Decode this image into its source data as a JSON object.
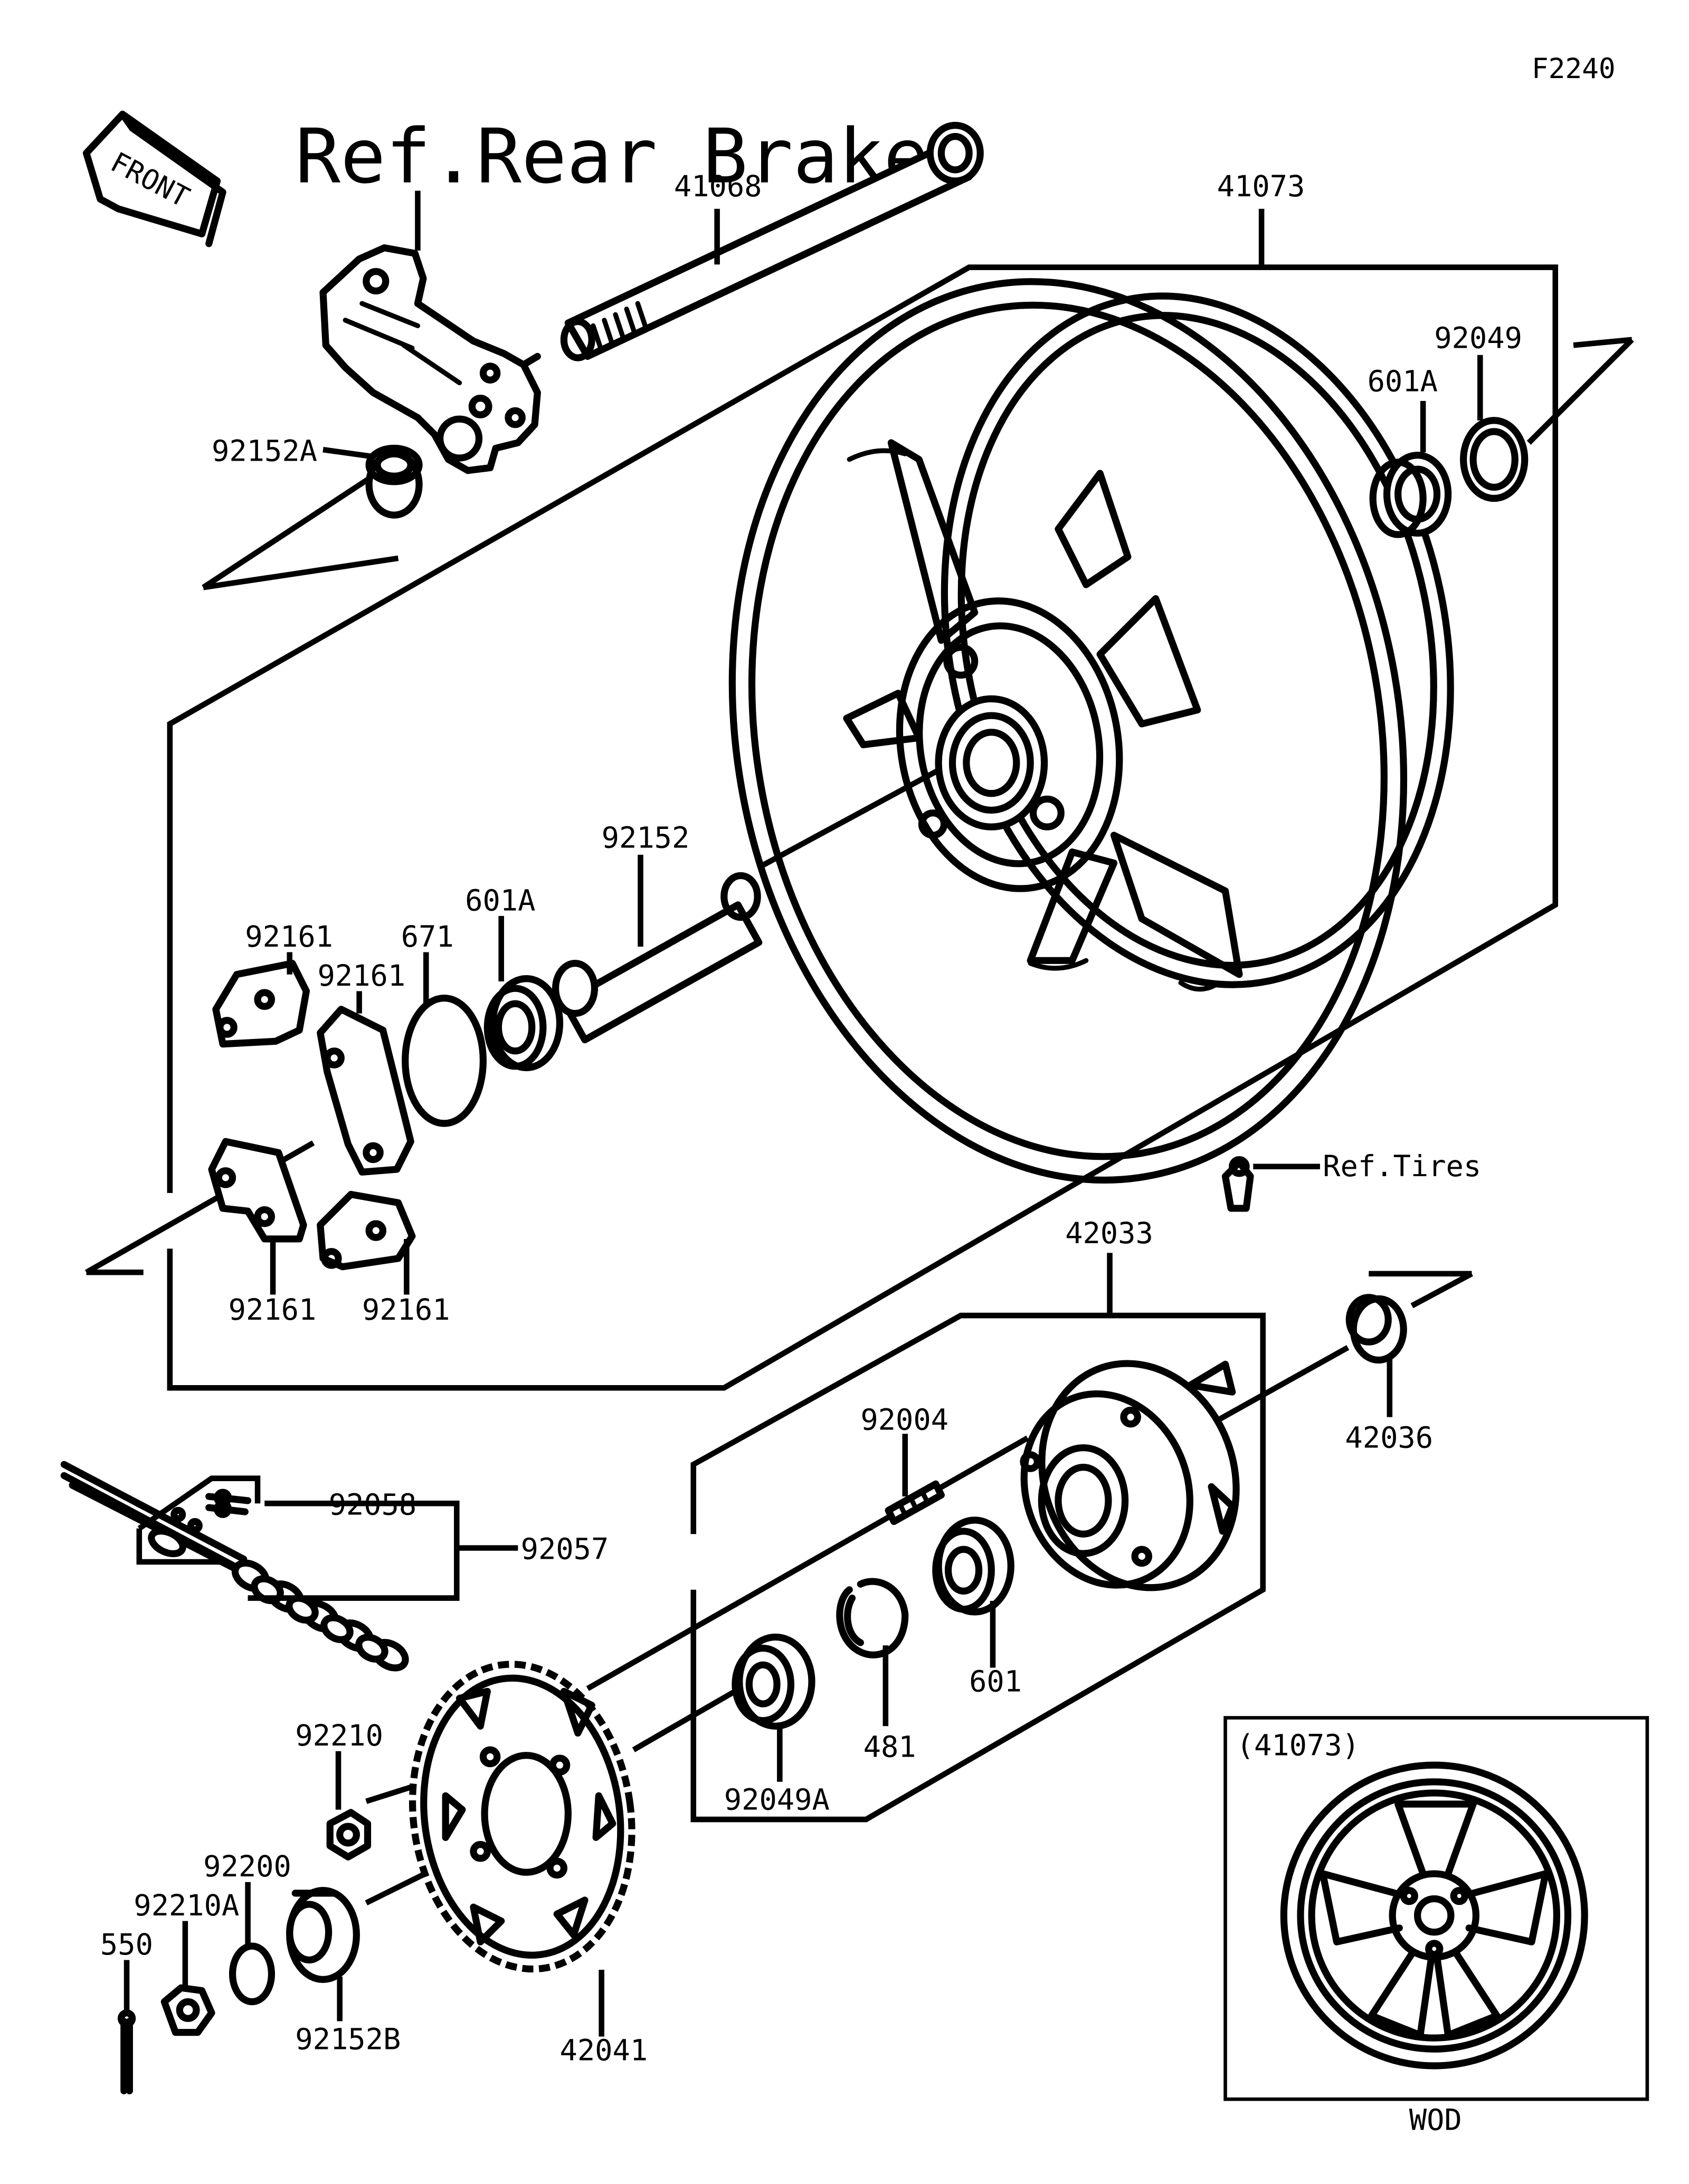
{
  "figure_code": "F2240",
  "front_arrow_label": "FRONT",
  "labels": {
    "ref_rear_brake": "Ref.Rear Brake",
    "axle": "41068",
    "wheel": "41073",
    "collar_a": "92152A",
    "seal_right": "92049",
    "bearing_right": "601A",
    "collar": "92152",
    "bearing_left": "601A",
    "o_ring": "671",
    "damper_1": "92161",
    "damper_2": "92161",
    "damper_3": "92161",
    "damper_4": "92161",
    "ref_tires": "Ref.Tires",
    "coupling": "42033",
    "coupling_collar": "42036",
    "stud": "92004",
    "chain_joint": "92058",
    "chain": "92057",
    "bearing_coupling": "601",
    "circlip": "481",
    "seal_coupling": "92049A",
    "nut": "92210",
    "sprocket": "42041",
    "washer": "92200",
    "axle_nut": "92210A",
    "cotter_pin": "550",
    "collar_b": "92152B"
  },
  "inset": {
    "title": "(41073)",
    "caption": "WOD"
  }
}
